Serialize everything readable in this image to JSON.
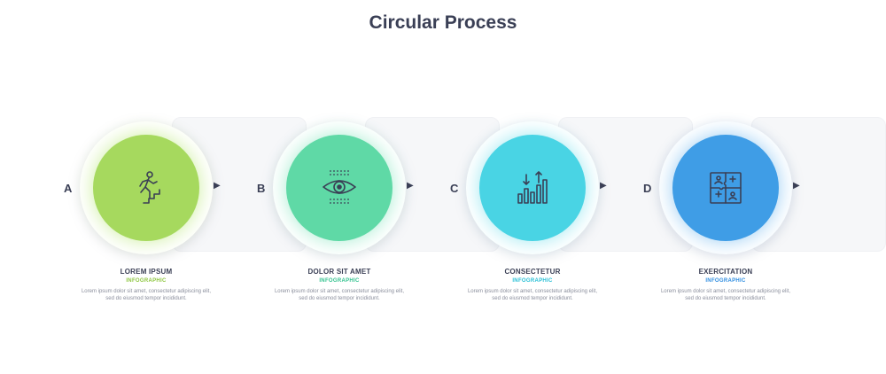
{
  "title": "Circular Process",
  "colors": {
    "title": "#3a3f55",
    "connector": "#eeeff3",
    "card": "#f6f7f9",
    "text_muted": "#8a8e9c"
  },
  "steps": [
    {
      "letter": "A",
      "label": "LOREM IPSUM",
      "sub": "INFOGRAPHIC",
      "desc": "Lorem ipsum dolor sit amet, consectetur adipiscing elit, sed do eiusmod tempor incididunt.",
      "color": "#a6d95e",
      "sub_color": "#8dc63f",
      "icon": "climbing-stairs-icon"
    },
    {
      "letter": "B",
      "label": "DOLOR SIT AMET",
      "sub": "INFOGRAPHIC",
      "desc": "Lorem ipsum dolor sit amet, consectetur adipiscing elit, sed do eiusmod tempor incididunt.",
      "color": "#5fd9a6",
      "sub_color": "#33c28f",
      "icon": "eye-scan-icon"
    },
    {
      "letter": "C",
      "label": "CONSECTETUR",
      "sub": "INFOGRAPHIC",
      "desc": "Lorem ipsum dolor sit amet, consectetur adipiscing elit, sed do eiusmod tempor incididunt.",
      "color": "#49d4e4",
      "sub_color": "#27bfd6",
      "icon": "bar-chart-arrows-icon"
    },
    {
      "letter": "D",
      "label": "EXERCITATION",
      "sub": "INFOGRAPHIC",
      "desc": "Lorem ipsum dolor sit amet, consectetur adipiscing elit, sed do eiusmod tempor incididunt.",
      "color": "#3f9de6",
      "sub_color": "#2f8de0",
      "icon": "puzzle-team-icon"
    }
  ]
}
